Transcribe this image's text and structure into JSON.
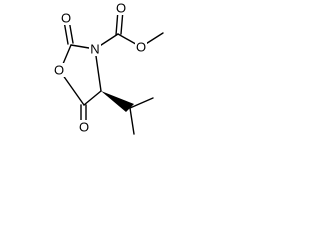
{
  "molecule": {
    "atoms": {
      "ring_oxygen": "O",
      "ring_nitrogen": "N",
      "carbonyl_oxygen_c2": "O",
      "carbonyl_oxygen_c5": "O",
      "ester_carbonyl_oxygen": "O",
      "ester_oxygen": "O"
    },
    "stereo": {
      "c4_to_isopropyl": "wedge"
    }
  }
}
